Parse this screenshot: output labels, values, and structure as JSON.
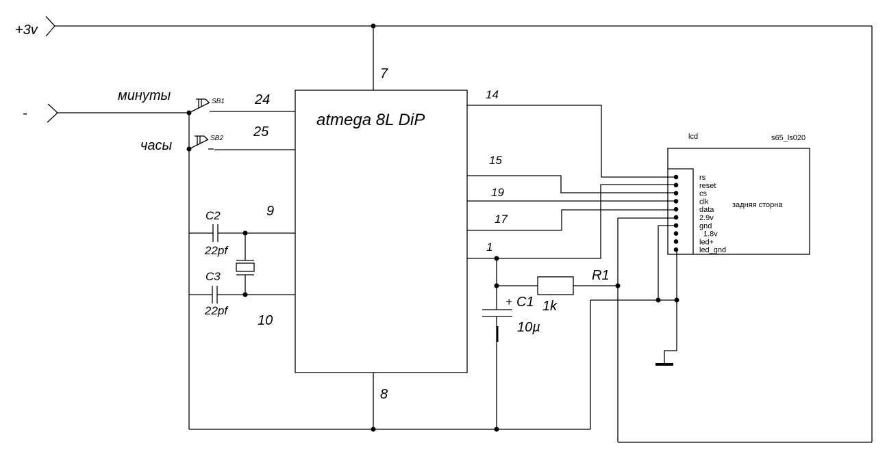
{
  "diagram": {
    "title": "atmega 8L DiP",
    "power": {
      "plus": "+3v",
      "minus": "-"
    },
    "buttons": [
      {
        "ref": "SB1",
        "label": "минуты",
        "pin": "24"
      },
      {
        "ref": "SB2",
        "label": "часы",
        "pin": "25"
      }
    ],
    "mcu_pins": {
      "vcc": "7",
      "gnd": "8",
      "xtal1": "9",
      "xtal2": "10",
      "p14": "14",
      "p15": "15",
      "p19": "19",
      "p17": "17",
      "reset": "1"
    },
    "capacitors": {
      "c2": {
        "ref": "C2",
        "value": "22pf"
      },
      "c3": {
        "ref": "C3",
        "value": "22pf"
      },
      "c1": {
        "ref": "C1",
        "value": "10µ",
        "polarity": "+"
      }
    },
    "resistor": {
      "ref": "R1",
      "value": "1k"
    },
    "lcd": {
      "label": "lcd",
      "model": "s65_ls020",
      "side_note": "задняя сторна",
      "pins": [
        "rs",
        "reset",
        "cs",
        "clk",
        "data",
        "2.9v",
        "gnd",
        "1.8v",
        "led+",
        "led_gnd"
      ]
    }
  }
}
